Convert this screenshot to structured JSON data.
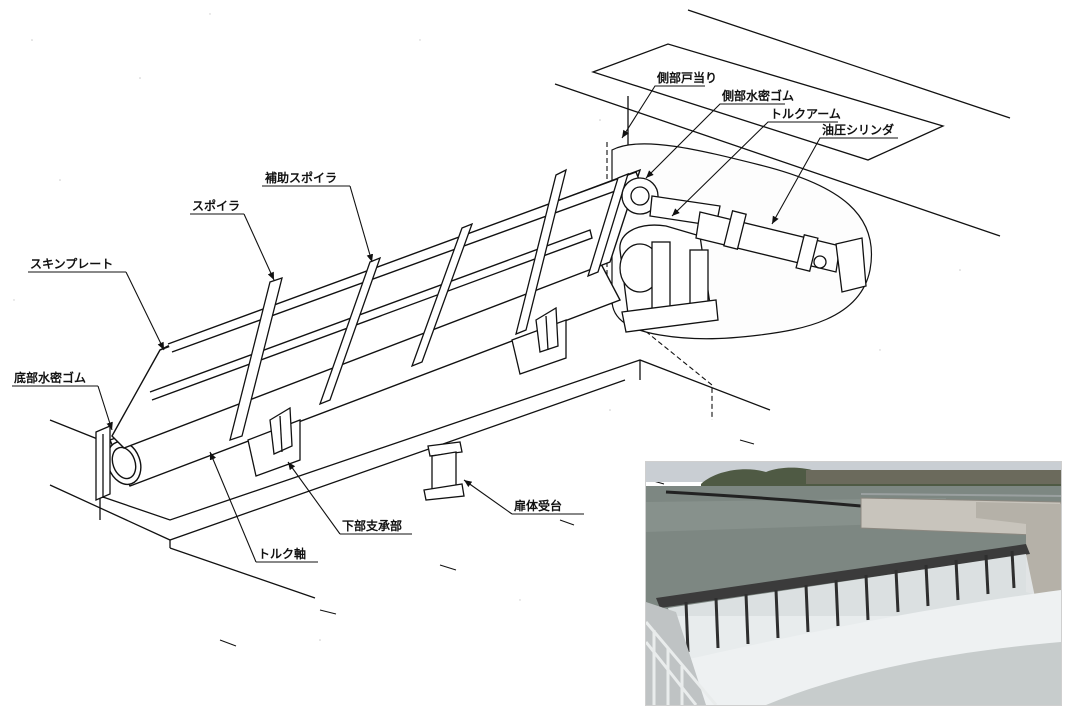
{
  "diagram": {
    "labels": {
      "side_stop": "側部戸当り",
      "side_seal": "側部水密ゴム",
      "torque_arm": "トルクアーム",
      "hydraulic_cylinder": "油圧シリンダ",
      "aux_spoiler": "補助スポイラ",
      "spoiler": "スポイラ",
      "skin_plate": "スキンプレート",
      "bottom_seal": "底部水密ゴム",
      "leaf_support": "扉体受台",
      "lower_bearing": "下部支承部",
      "torque_shaft": "トルク軸"
    }
  },
  "photo": {
    "colors": {
      "sky": "#c9ced3",
      "water": "#7d8782",
      "concrete": "#c8c4bc",
      "foam": "#eef1f2",
      "gate": "#3b3b3b"
    }
  }
}
